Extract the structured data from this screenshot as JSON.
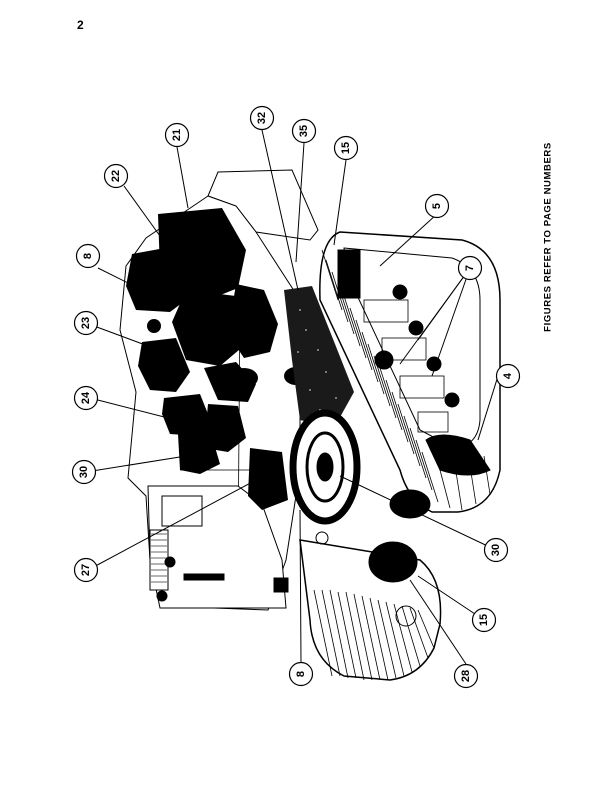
{
  "page": {
    "number": "2"
  },
  "caption": "FIGURES REFER TO PAGE NUMBERS",
  "callouts": [
    {
      "id": "c21a",
      "label": "21"
    },
    {
      "id": "c32",
      "label": "32"
    },
    {
      "id": "c35",
      "label": "35"
    },
    {
      "id": "c15a",
      "label": "15"
    },
    {
      "id": "c22",
      "label": "22"
    },
    {
      "id": "c5",
      "label": "5"
    },
    {
      "id": "c8a",
      "label": "8"
    },
    {
      "id": "c7",
      "label": "7"
    },
    {
      "id": "c23",
      "label": "23"
    },
    {
      "id": "c4",
      "label": "4"
    },
    {
      "id": "c24",
      "label": "24"
    },
    {
      "id": "c30a",
      "label": "30"
    },
    {
      "id": "c30b",
      "label": "30"
    },
    {
      "id": "c27",
      "label": "27"
    },
    {
      "id": "c15b",
      "label": "15"
    },
    {
      "id": "c8b",
      "label": "8"
    },
    {
      "id": "c28",
      "label": "28"
    }
  ]
}
